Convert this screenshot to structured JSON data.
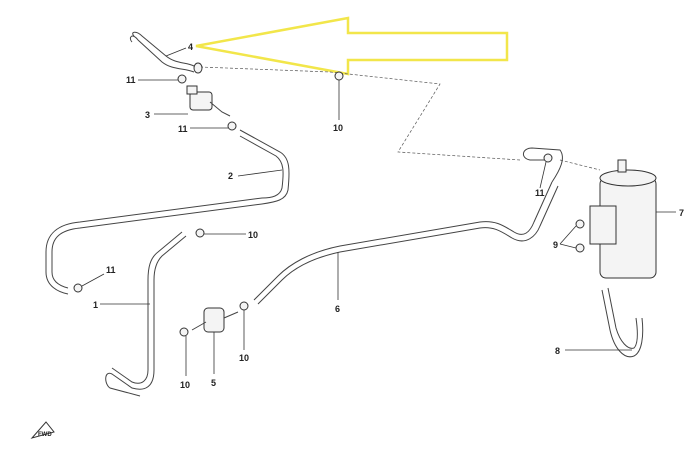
{
  "labels": {
    "p1": "1",
    "p2": "2",
    "p3": "3",
    "p4": "4",
    "p5": "5",
    "p6": "6",
    "p7": "7",
    "p8": "8",
    "p9": "9",
    "p10a": "10",
    "p10b": "10",
    "p10c": "10",
    "p10d": "10",
    "p11a": "11",
    "p11b": "11",
    "p11c": "11",
    "p11d": "11"
  },
  "fwd_label": "FWD",
  "colors": {
    "highlight_arrow": "#f2e64a",
    "line": "#444444"
  }
}
